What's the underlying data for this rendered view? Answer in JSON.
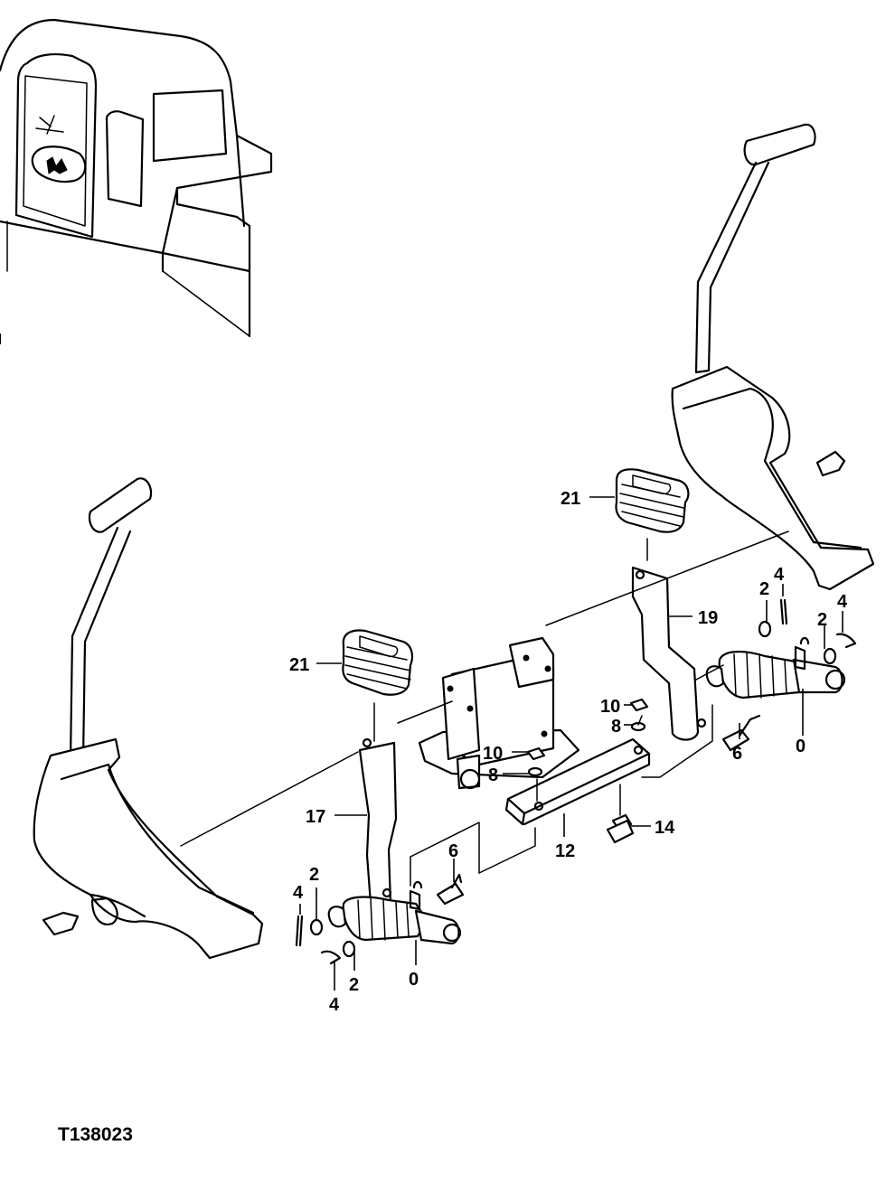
{
  "figure_id": "T138023",
  "callouts": {
    "c0_right": "0",
    "c0_left": "0",
    "c2_a": "2",
    "c2_b": "2",
    "c2_c": "2",
    "c2_d": "2",
    "c4_a": "4",
    "c4_b": "4",
    "c4_c": "4",
    "c4_d": "4",
    "c6_right": "6",
    "c6_left": "6",
    "c8_upper": "8",
    "c8_lower": "8",
    "c10_upper": "10",
    "c10_lower": "10",
    "c12": "12",
    "c14": "14",
    "c17": "17",
    "c19": "19",
    "c21_upper": "21",
    "c21_lower": "21"
  }
}
